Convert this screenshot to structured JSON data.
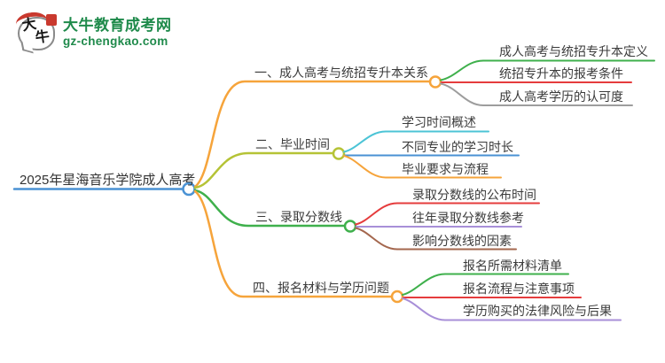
{
  "logo": {
    "title": "大牛教育成考网",
    "domain": "gz-chengkao.com",
    "bubble_char_top": "大",
    "bubble_char_bottom": "牛",
    "brand_green": "#1f8a4b",
    "seal_red": "#c9392e"
  },
  "mindmap": {
    "root": {
      "label": "2025年星海音乐学院成人高考",
      "color": "#4a92d4"
    },
    "branches": [
      {
        "label": "一、成人高考与统招专升本关系",
        "color": "#f6a43b",
        "children": [
          {
            "label": "成人高考与统招专升本定义",
            "color": "#3fb04c"
          },
          {
            "label": "统招专升本的报考条件",
            "color": "#e53c3d"
          },
          {
            "label": "成人高考学历的认可度",
            "color": "#9d9d9d"
          }
        ]
      },
      {
        "label": "二、毕业时间",
        "color": "#b5c336",
        "children": [
          {
            "label": "学习时间概述",
            "color": "#4cc4d6"
          },
          {
            "label": "不同专业的学习时长",
            "color": "#4a92d4"
          },
          {
            "label": "毕业要求与流程",
            "color": "#f6a43b"
          }
        ]
      },
      {
        "label": "三、录取分数线",
        "color": "#3fb04c",
        "children": [
          {
            "label": "录取分数线的公布时间",
            "color": "#e53c3d"
          },
          {
            "label": "往年录取分数线参考",
            "color": "#a88fd8"
          },
          {
            "label": "影响分数线的因素",
            "color": "#a4674e"
          }
        ]
      },
      {
        "label": "四、报名材料与学历问题",
        "color": "#f6a43b",
        "children": [
          {
            "label": "报名所需材料清单",
            "color": "#3fb04c"
          },
          {
            "label": "报名流程与注意事项",
            "color": "#e53c3d"
          },
          {
            "label": "学历购买的法律风险与后果",
            "color": "#a88fd8"
          }
        ]
      }
    ]
  }
}
